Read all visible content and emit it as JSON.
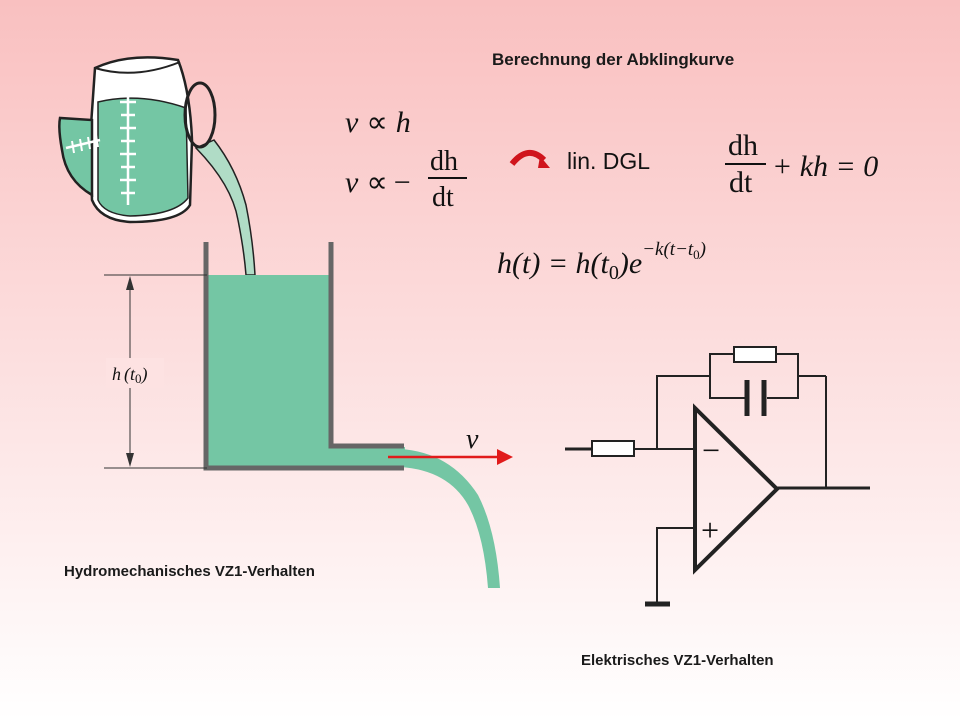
{
  "title": "Berechnung der Abklingkurve",
  "formula1": {
    "lhs": "v",
    "rel": "∝",
    "rhs": "h"
  },
  "formula2": {
    "lhs": "v",
    "rel": "∝",
    "sign": "−",
    "num": "dh",
    "den": "dt"
  },
  "lin_dgl": "lin. DGL",
  "dgl": {
    "num": "dh",
    "den": "dt",
    "rest": "+ kh = 0"
  },
  "solution": {
    "lhs": "h(t) = h(t",
    "sub": "0",
    "mid": ")e",
    "exp": "−k(t−t",
    "expsub": "0",
    "expend": ")"
  },
  "height_label": {
    "h": "h",
    "open": "(t",
    "sub": "0",
    "close": ")"
  },
  "flow_label": "v",
  "caption_hydro": "Hydromechanisches VZ1-Verhalten",
  "caption_elec": "Elektrisches VZ1-Verhalten",
  "opamp": {
    "minus": "−",
    "plus": "+"
  },
  "colors": {
    "water": "#74c6a4",
    "water_light": "#b0dcc6",
    "wall": "#666666",
    "arrow": "#e11b1b",
    "line": "#222222"
  }
}
